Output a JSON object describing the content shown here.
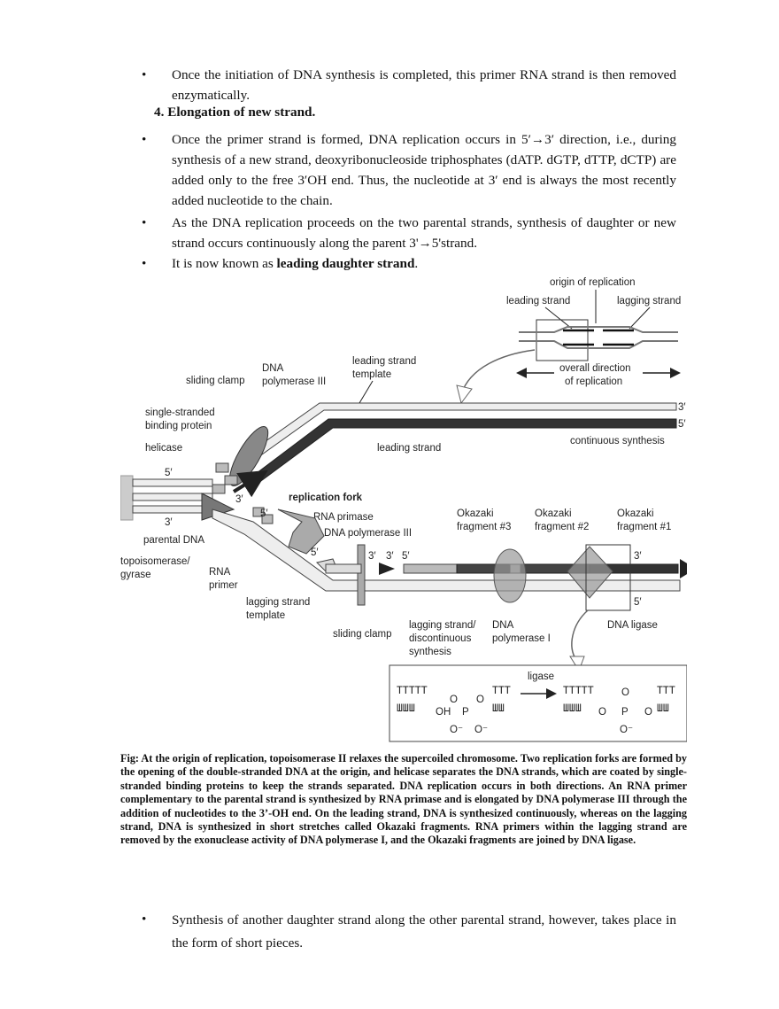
{
  "bullets": [
    {
      "text": "Once the initiation of DNA synthesis is completed, this primer RNA strand is then removed enzymatically."
    },
    {
      "text": "Once the primer strand is formed, DNA replication occurs in 5′→3′ direction, i.e., during synthesis of a new strand, deoxyribonucleoside triphosphates (dATP. dGTP, dTTP, dCTP) are added only to the free 3′OH end. Thus, the nucleotide at 3′ end is always the most recently added nucleotide to the chain."
    },
    {
      "text": "As the DNA replication proceeds on the two parental strands, synthesis of daughter or new strand occurs continuously along the parent 3'→5'strand."
    },
    {
      "text_pre": "It is now known as ",
      "text_bold": "leading daughter strand",
      "text_post": "."
    },
    {
      "text": "Synthesis of another daughter strand along the other parental strand, however, takes place in the form of short pieces."
    }
  ],
  "heading": "4. Elongation of new strand.",
  "figure": {
    "labels": {
      "origin": "origin of replication",
      "leading_strand_top": "leading strand",
      "lagging_strand_top": "lagging strand",
      "overall_dir_1": "overall direction",
      "overall_dir_2": "of replication",
      "leading_template_1": "leading strand",
      "leading_template_2": "template",
      "dna_pol3_1": "DNA",
      "dna_pol3_2": "polymerase III",
      "sliding_clamp_top": "sliding clamp",
      "ssb_1": "single-stranded",
      "ssb_2": "binding protein",
      "helicase": "helicase",
      "leading_strand": "leading strand",
      "continuous": "continuous synthesis",
      "replication_fork": "replication fork",
      "rna_primase": "RNA primase",
      "dna_pol3_b": "DNA polymerase III",
      "parental_dna": "parental DNA",
      "topo_1": "topoisomerase/",
      "topo_2": "gyrase",
      "rna_primer_1": "RNA",
      "rna_primer_2": "primer",
      "lagging_template_1": "lagging strand",
      "lagging_template_2": "template",
      "sliding_clamp_bottom": "sliding clamp",
      "okazaki3_1": "Okazaki",
      "okazaki3_2": "fragment #3",
      "okazaki2_1": "Okazaki",
      "okazaki2_2": "fragment #2",
      "okazaki1_1": "Okazaki",
      "okazaki1_2": "fragment #1",
      "lagging_disc_1": "lagging strand/",
      "lagging_disc_2": "discontinuous",
      "lagging_disc_3": "synthesis",
      "dna_pol1_1": "DNA",
      "dna_pol1_2": "polymerase I",
      "dna_ligase": "DNA ligase",
      "ligase": "ligase",
      "five_prime": "5′",
      "three_prime": "3′",
      "oh": "OH",
      "o": "O",
      "o_minus": "O⁻",
      "p": "P"
    }
  },
  "caption": "Fig: At the origin of replication, topoisomerase II relaxes the supercoiled chromosome. Two replication forks are formed by the opening of the double-stranded DNA at the origin, and helicase separates the DNA strands, which are coated by single-stranded binding proteins to keep the strands separated. DNA replication occurs in both directions. An RNA primer complementary to the parental strand is synthesized by RNA primase and is elongated by DNA polymerase III through the addition of nucleotides to the 3’-OH end. On the leading strand, DNA is synthesized continuously, whereas on the lagging strand, DNA is synthesized in short stretches called Okazaki fragments. RNA primers within the lagging strand are removed by the exonuclease activity of DNA polymerase I, and the Okazaki fragments are joined by DNA ligase."
}
